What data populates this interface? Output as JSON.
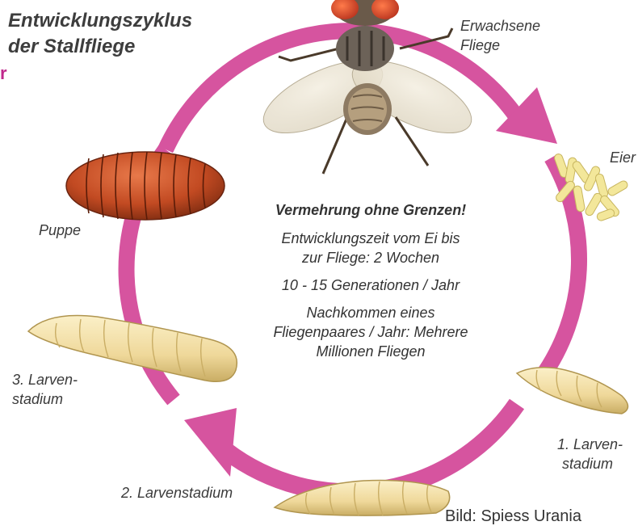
{
  "title": {
    "line1": "Entwicklungszyklus",
    "line2": "der Stallfliege"
  },
  "edge_fragment": "r",
  "stages": {
    "adult": {
      "line1": "Erwachsene",
      "line2": "Fliege"
    },
    "eggs": {
      "label": "Eier"
    },
    "larva1": {
      "line1": "1. Larven-",
      "line2": "stadium"
    },
    "larva2": {
      "label": "2. Larvenstadium"
    },
    "larva3": {
      "line1": "3. Larven-",
      "line2": "stadium"
    },
    "pupa": {
      "label": "Puppe"
    }
  },
  "center": {
    "heading": "Vermehrung ohne Grenzen!",
    "dev_line1": "Entwicklungszeit vom Ei bis",
    "dev_line2": "zur Fliege: 2 Wochen",
    "generations": "10 - 15 Generationen / Jahr",
    "offspring_line1": "Nachkommen eines",
    "offspring_line2": "Fliegenpaares / Jahr: Mehrere",
    "offspring_line3": "Millionen Fliegen"
  },
  "credit": "Bild: Spiess Urania",
  "colors": {
    "cycle_arrow": "#d6549f",
    "pupa": "#c24a22",
    "larva": "#f0dca0",
    "egg": "#f3e79a",
    "text": "#3a3a3a",
    "accent_r": "#c0288c"
  }
}
